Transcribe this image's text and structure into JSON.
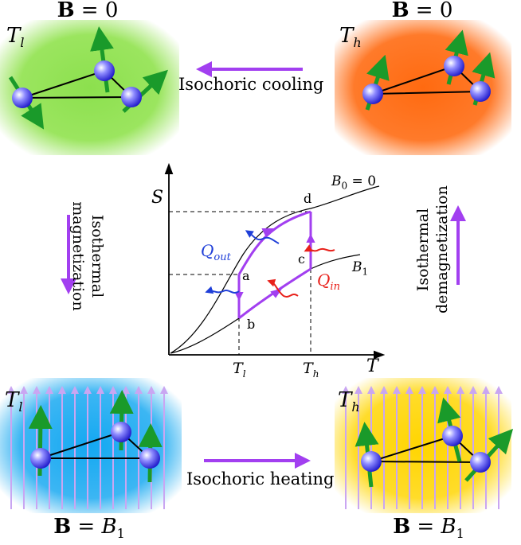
{
  "panels": {
    "top_left": {
      "field": "B",
      "field_value": "0",
      "temp": "T",
      "temp_sub": "l"
    },
    "top_right": {
      "field": "B",
      "field_value": "0",
      "temp": "T",
      "temp_sub": "h"
    },
    "bottom_left": {
      "field": "B",
      "field_value": "B",
      "field_value_sub": "1",
      "temp": "T",
      "temp_sub": "l"
    },
    "bottom_right": {
      "field": "B",
      "field_value": "B",
      "field_value_sub": "1",
      "temp": "T",
      "temp_sub": "h"
    }
  },
  "processes": {
    "top": "Isochoric cooling",
    "bottom": "Isochoric heating",
    "left_line1": "Isothermal",
    "left_line2": "magnetization",
    "right_line1": "Isothermal",
    "right_line2": "demagnetization"
  },
  "diagram": {
    "y_axis": "S",
    "x_axis": "T",
    "curve_top": "B",
    "curve_top_sub": "0",
    "curve_top_value": " = 0",
    "curve_bottom": "B",
    "curve_bottom_sub": "1",
    "tick_low": "T",
    "tick_low_sub": "l",
    "tick_high": "T",
    "tick_high_sub": "h",
    "q_out": "Q",
    "q_out_sub": "out",
    "q_in": "Q",
    "q_in_sub": "in",
    "points": [
      "a",
      "b",
      "c",
      "d"
    ]
  },
  "colors": {
    "cool_panel": "#7fe04a",
    "hot_panel": "#ff6a1a",
    "cold_field_panel": "#19a9f0",
    "warm_field_panel": "#ffd800",
    "cycle": "#a23ff0",
    "spin_arrow": "#1a9a2a",
    "field_lines": "#c9a6f2",
    "heat_out": "#1f3fd8",
    "heat_in": "#e8201a"
  }
}
